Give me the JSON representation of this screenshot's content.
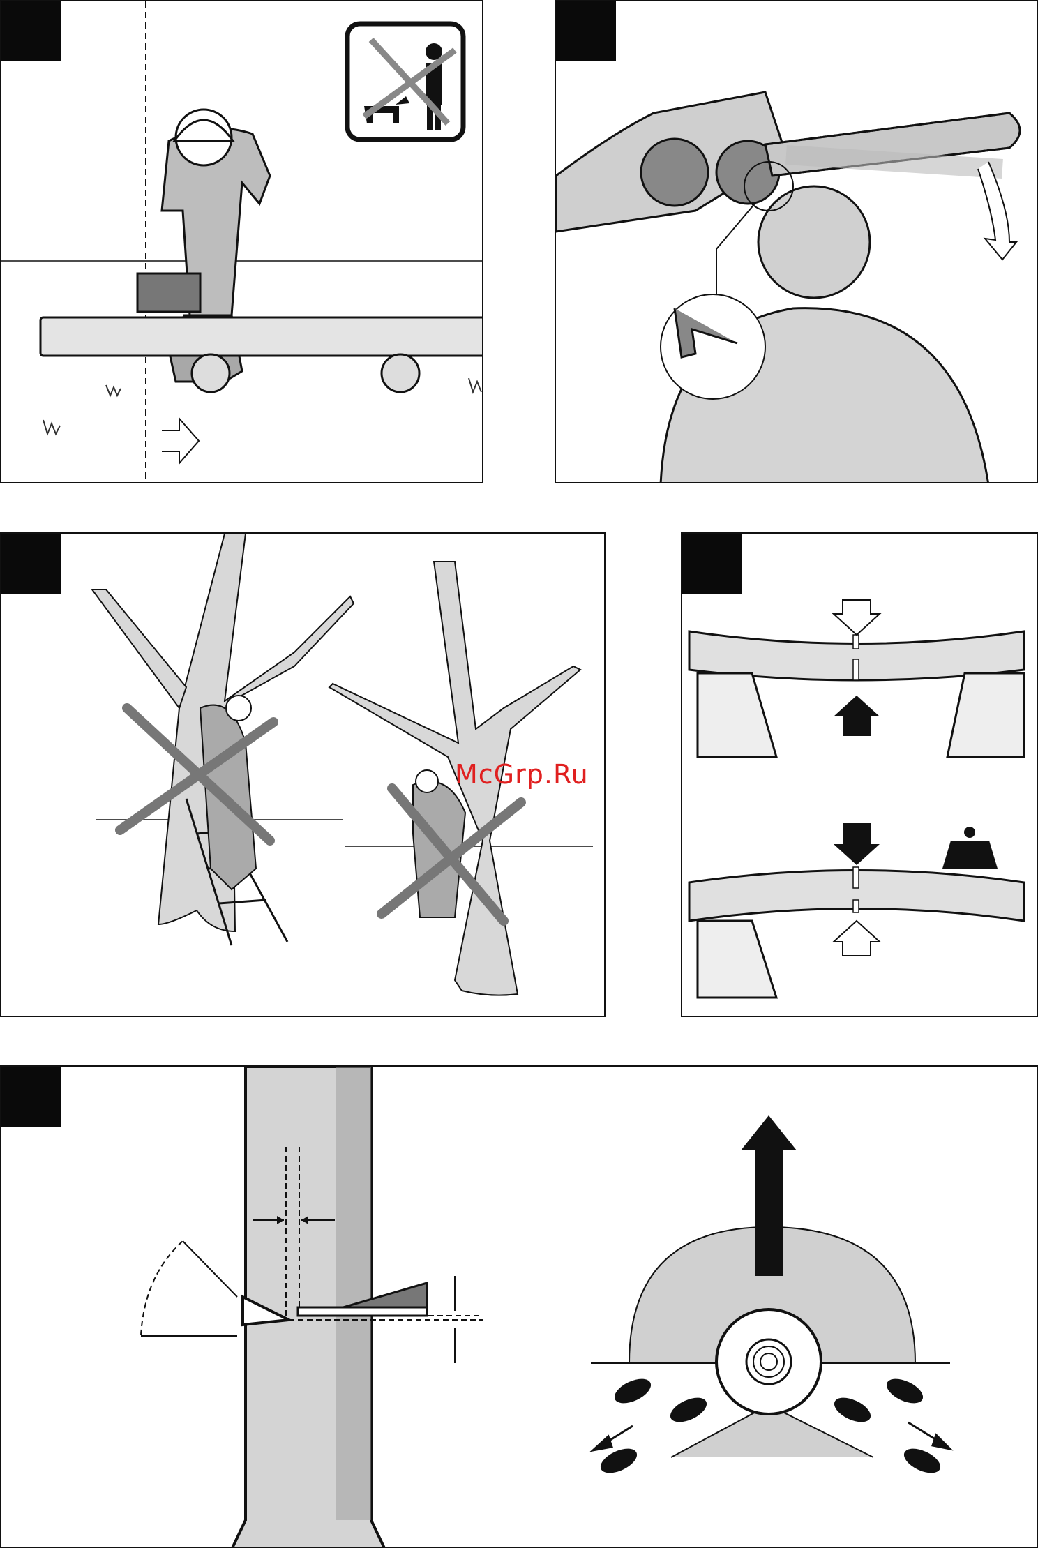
{
  "watermark": {
    "text": "McGrp.Ru",
    "color": "#e02020"
  },
  "panels": [
    {
      "id": "p1",
      "icons": [
        "no-bystanders-icon",
        "direction-arrow-icon"
      ]
    },
    {
      "id": "p2",
      "icons": [
        "chainsaw-icon",
        "log-icon",
        "magnifier-callout-icon",
        "fall-arrow-icon"
      ]
    },
    {
      "id": "p3",
      "icons": [
        "tree-icon",
        "ladder-icon",
        "prohibited-cross-icon"
      ]
    },
    {
      "id": "p4",
      "icons": [
        "bend-arrow-icon",
        "weight-icon"
      ]
    },
    {
      "id": "p5",
      "icons": [
        "felling-notch-icon",
        "stump-icon",
        "footprint-icon",
        "escape-arrow-icon"
      ]
    }
  ],
  "colors": {
    "ink": "#111111",
    "fill": "#d8d8d8",
    "accent": "#e02020"
  }
}
